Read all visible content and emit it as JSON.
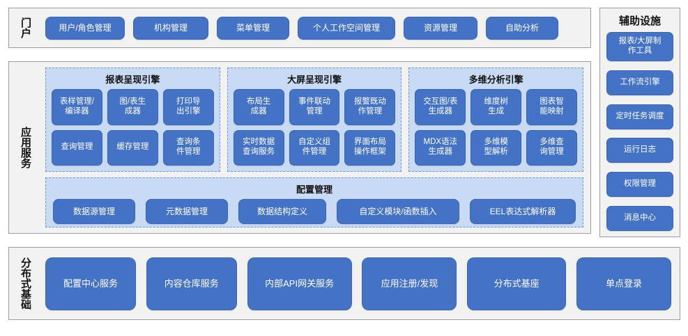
{
  "portal": {
    "band_label": "门户",
    "items": [
      {
        "label": "用户/角色管理",
        "width": 114
      },
      {
        "label": "机构管理",
        "width": 108
      },
      {
        "label": "菜单管理",
        "width": 104
      },
      {
        "label": "个人工作空间管理",
        "width": 140
      },
      {
        "label": "资源管理",
        "width": 106
      },
      {
        "label": "自助分析",
        "width": 104
      }
    ]
  },
  "aux": {
    "title": "辅助设施",
    "items": [
      {
        "label": "报表/大屏制\n作工具"
      },
      {
        "label": "工作流引擎"
      },
      {
        "label": "定时任务调度"
      },
      {
        "label": "运行日志"
      },
      {
        "label": "权限管理"
      },
      {
        "label": "消息中心"
      }
    ]
  },
  "app_services": {
    "band_label": "应用服务",
    "engines": [
      {
        "title": "报表呈现引擎",
        "nodes": [
          "表样管理/\n编译器",
          "图/表生\n成器",
          "打印导\n出引擎",
          "查询管理",
          "缓存管理",
          "查询条\n件管理"
        ]
      },
      {
        "title": "大屏呈现引擎",
        "nodes": [
          "布局生\n成器",
          "事件联动\n管理",
          "报警既动\n作管理",
          "实时数据\n查询服务",
          "自定义组\n件管理",
          "界面布局\n操作框架"
        ]
      },
      {
        "title": "多维分析引擎",
        "nodes": [
          "交互图/表\n生成器",
          "维度树\n生成",
          "图表智\n能映射",
          "MDX语法\n生成器",
          "多维模\n型解析",
          "多维查\n询管理"
        ]
      }
    ],
    "config": {
      "title": "配置管理",
      "items": [
        {
          "label": "数据源管理",
          "width": 118
        },
        {
          "label": "元数据管理",
          "width": 118
        },
        {
          "label": "数据结构定义",
          "width": 126
        },
        {
          "label": "自定义模块/函数插入",
          "width": 176
        },
        {
          "label": "EEL表达式解析器",
          "width": 152
        }
      ]
    }
  },
  "distributed": {
    "band_label": "分布式基础",
    "items": [
      {
        "label": "配置中心服务",
        "width": 130
      },
      {
        "label": "内容仓库服务",
        "width": 130
      },
      {
        "label": "内部API网关服务",
        "width": 150
      },
      {
        "label": "应用注册/发现",
        "width": 136
      },
      {
        "label": "分布式基座",
        "width": 142
      },
      {
        "label": "单点登录",
        "width": 136
      }
    ]
  },
  "colors": {
    "node_blue": "#4472C4",
    "engine_bg": "#C9DAF5",
    "panel_bg": "#F2F2F2",
    "panel_border": "#9e9e9e",
    "dashed_border": "#6f96d6",
    "node_text": "#ffffff",
    "label_text": "#111111"
  }
}
